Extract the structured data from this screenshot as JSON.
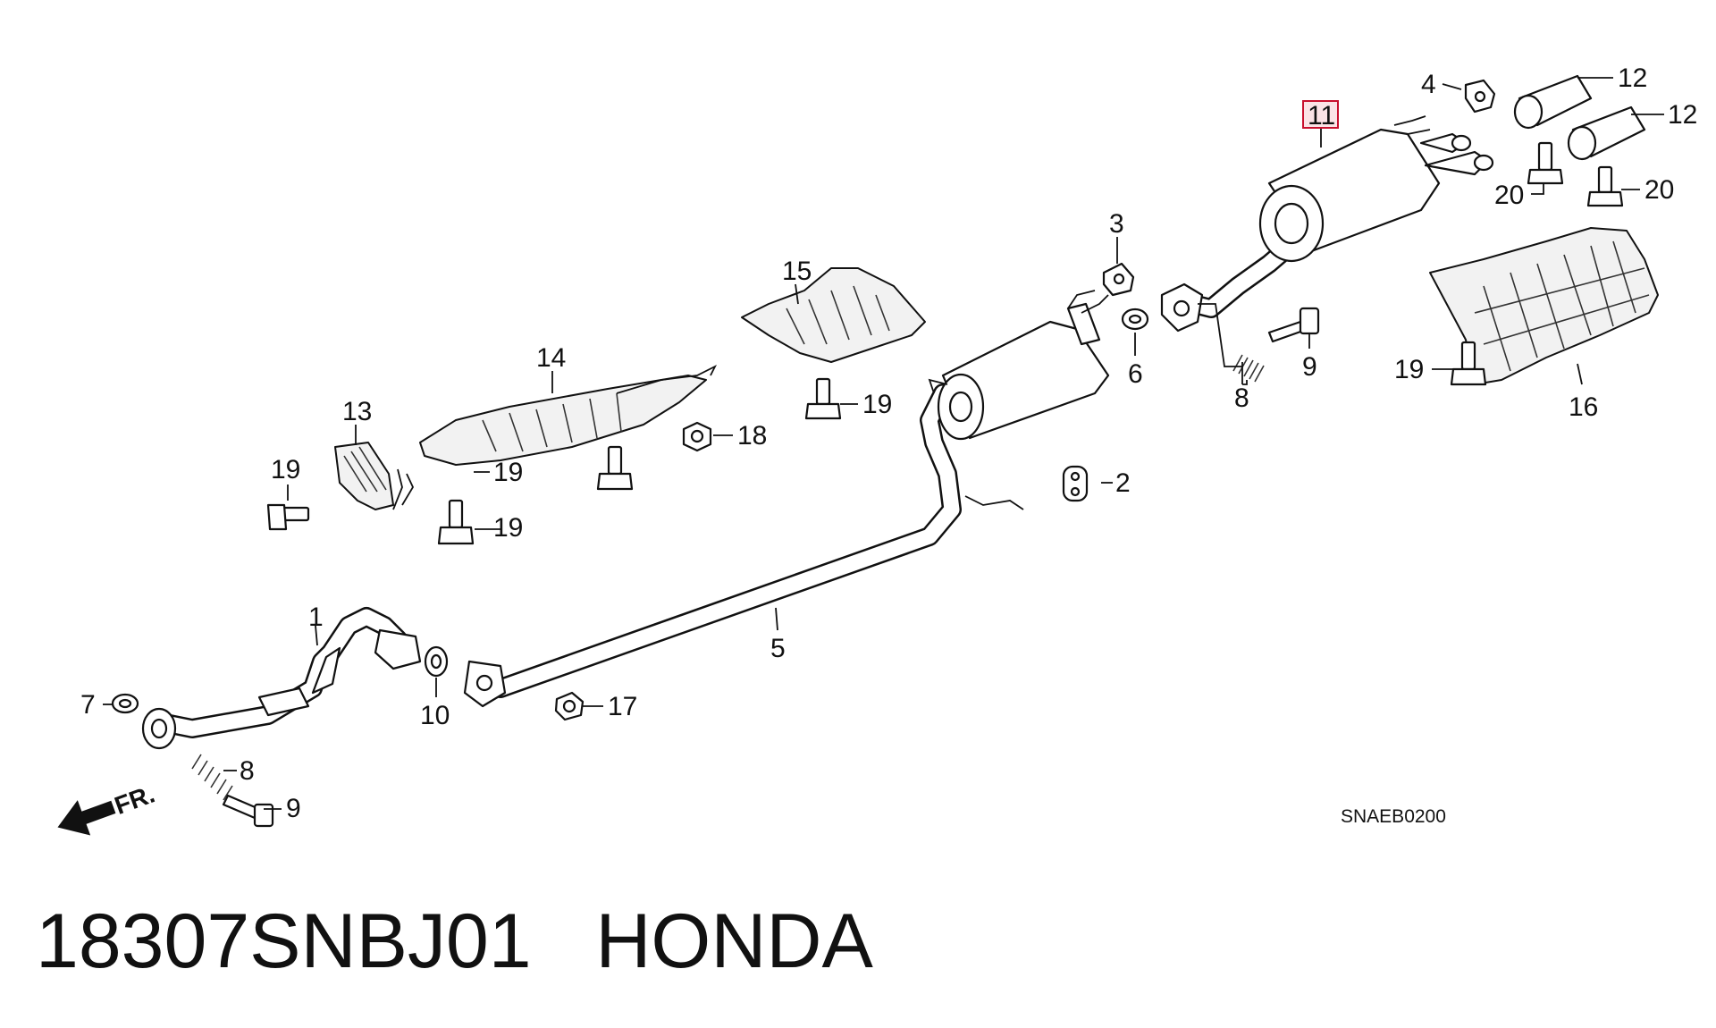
{
  "diagram": {
    "callouts": {
      "c1": "1",
      "c2": "2",
      "c3": "3",
      "c4": "4",
      "c5": "5",
      "c6": "6",
      "c7": "7",
      "c8a": "8",
      "c8b": "8",
      "c9a": "9",
      "c9b": "9",
      "c10": "10",
      "c11": "11",
      "c12a": "12",
      "c12b": "12",
      "c13": "13",
      "c14": "14",
      "c15": "15",
      "c16": "16",
      "c17": "17",
      "c18": "18",
      "c19a": "19",
      "c19b": "19",
      "c19c": "19",
      "c19d": "19",
      "c19e": "19",
      "c20a": "20",
      "c20b": "20"
    },
    "highlighted_part": "11",
    "diagram_code": "SNAEB0200",
    "direction_label": "FR."
  },
  "caption": {
    "part_number": "18307SNBJ01",
    "brand": "HONDA"
  },
  "colors": {
    "line": "#111111",
    "highlight_border": "#c8102e",
    "highlight_fill": "#fbe3e6",
    "shield_fill": "#f2f2f2"
  }
}
